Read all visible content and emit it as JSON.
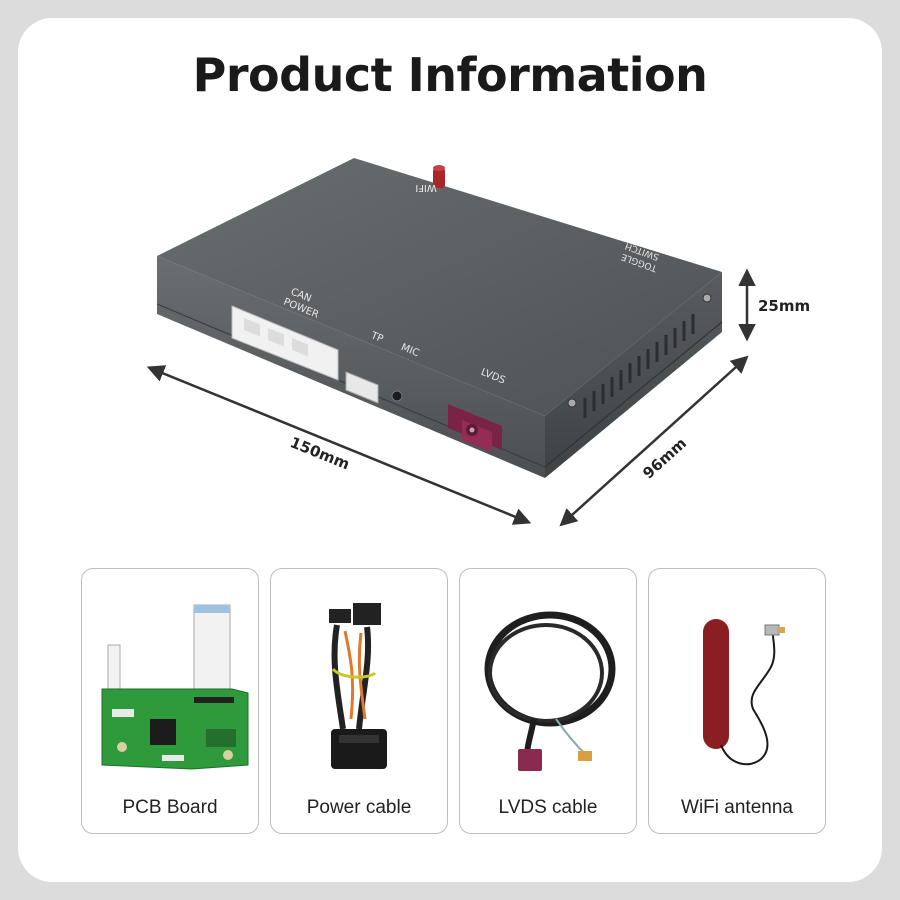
{
  "title": "Product Information",
  "device": {
    "labels": {
      "wifi": "WIFI",
      "toggle_line1": "TOGGLE",
      "toggle_line2": "SWITCH",
      "can_line1": "CAN",
      "can_line2": "POWER",
      "tp": "TP",
      "mic": "MIC",
      "lvds": "LVDS"
    }
  },
  "dimensions": {
    "length": "150mm",
    "width": "96mm",
    "height": "25mm"
  },
  "accessories": [
    {
      "label": "PCB Board",
      "icon": "pcb-board"
    },
    {
      "label": "Power cable",
      "icon": "power-cable"
    },
    {
      "label": "LVDS cable",
      "icon": "lvds-cable"
    },
    {
      "label": "WiFi antenna",
      "icon": "wifi-antenna"
    }
  ],
  "colors": {
    "background": "#dcdcdc",
    "card": "#ffffff",
    "device_body": "#5f6264",
    "connector_magenta": "#8a2a4e",
    "antenna_red": "#8b1e22",
    "pcb_green": "#2e9a3c"
  }
}
